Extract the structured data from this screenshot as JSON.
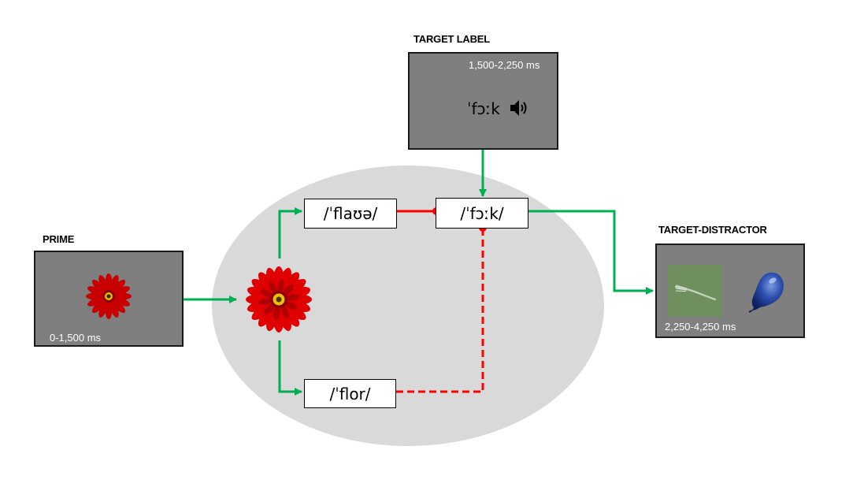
{
  "prime": {
    "title": "PRIME",
    "timing": "0-1,500 ms",
    "image": "red-gerbera-flower"
  },
  "target_label": {
    "title": "TARGET LABEL",
    "timing": "1,500-2,250 ms",
    "word": "ˈfɔːk",
    "icon": "speaker-icon"
  },
  "target_distractor": {
    "title": "TARGET-DISTRACTOR",
    "timing": "2,250-4,250 ms",
    "target_image": "fork",
    "distractor_image": "blue-balloon"
  },
  "nodes": {
    "flower_image": "red-gerbera-flower",
    "word_flower_en": "/ˈflaʊə/",
    "word_fork": "/ˈfɔːk/",
    "word_flor": "/ˈflor/"
  },
  "colors": {
    "panel": "#7f7f7f",
    "ellipse": "#d9d9d9",
    "green_arrow": "#00b050",
    "red_link": "#ff0000"
  }
}
